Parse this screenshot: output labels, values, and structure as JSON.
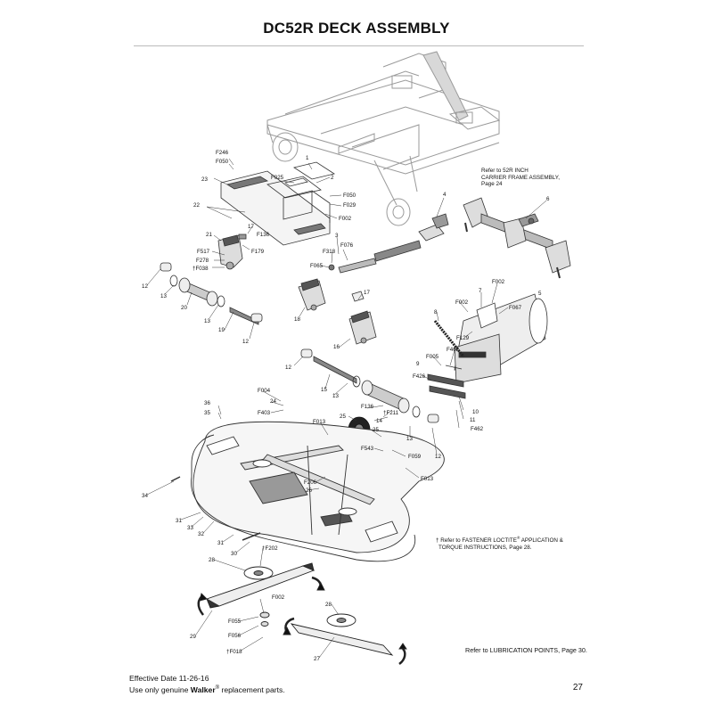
{
  "header": {
    "title": "DC52R DECK ASSEMBLY"
  },
  "notes": {
    "carrier_ref": [
      "Refer to 52R INCH",
      "CARRIER FRAME ASSEMBLY,",
      "Page 24"
    ],
    "loctite_line1": "† Refer to FASTENER LOCTITE",
    "loctite_reg": "®",
    "loctite_line1b": " APPLICATION &",
    "loctite_line2": "TORQUE INSTRUCTIONS, Page 28.",
    "lubrication_ref": "Refer to LUBRICATION POINTS, Page 30."
  },
  "footer": {
    "effective_date": "Effective Date 11-26-16",
    "genuine_prefix": "Use only genuine ",
    "brand": "Walker",
    "brand_reg": "®",
    "genuine_suffix": " replacement parts.",
    "page_number": "27"
  },
  "callouts": [
    {
      "id": "c-f246",
      "text": "F246"
    },
    {
      "id": "c-f050a",
      "text": "F050"
    },
    {
      "id": "c-1",
      "text": "1"
    },
    {
      "id": "c-23",
      "text": "23"
    },
    {
      "id": "c-f025",
      "text": "F025"
    },
    {
      "id": "c-2",
      "text": "2"
    },
    {
      "id": "c-f050b",
      "text": "F050"
    },
    {
      "id": "c-f029",
      "text": "F029"
    },
    {
      "id": "c-22",
      "text": "22"
    },
    {
      "id": "c-f002a",
      "text": "F002"
    },
    {
      "id": "c-4",
      "text": "4"
    },
    {
      "id": "c-6",
      "text": "6"
    },
    {
      "id": "c-17a",
      "text": "17"
    },
    {
      "id": "c-f136a",
      "text": "F136"
    },
    {
      "id": "c-21",
      "text": "21"
    },
    {
      "id": "c-f517",
      "text": "F517"
    },
    {
      "id": "c-f179",
      "text": "F179"
    },
    {
      "id": "c-f278",
      "text": "F278"
    },
    {
      "id": "c-f038",
      "text": "†F038"
    },
    {
      "id": "c-3",
      "text": "3"
    },
    {
      "id": "c-f318",
      "text": "F318"
    },
    {
      "id": "c-f076",
      "text": "F076"
    },
    {
      "id": "c-f065",
      "text": "F065"
    },
    {
      "id": "c-12a",
      "text": "12"
    },
    {
      "id": "c-13a",
      "text": "13"
    },
    {
      "id": "c-20",
      "text": "20"
    },
    {
      "id": "c-13b",
      "text": "13"
    },
    {
      "id": "c-19",
      "text": "19"
    },
    {
      "id": "c-12b",
      "text": "12"
    },
    {
      "id": "c-18",
      "text": "18"
    },
    {
      "id": "c-17b",
      "text": "17"
    },
    {
      "id": "c-f002b",
      "text": "F002"
    },
    {
      "id": "c-7",
      "text": "7"
    },
    {
      "id": "c-5",
      "text": "5"
    },
    {
      "id": "c-8",
      "text": "8"
    },
    {
      "id": "c-f002c",
      "text": "F002"
    },
    {
      "id": "c-f067",
      "text": "F067"
    },
    {
      "id": "c-16",
      "text": "16"
    },
    {
      "id": "c-f129",
      "text": "F129"
    },
    {
      "id": "c-f462a",
      "text": "F462"
    },
    {
      "id": "c-f005",
      "text": "F005"
    },
    {
      "id": "c-9",
      "text": "9"
    },
    {
      "id": "c-12c",
      "text": "12"
    },
    {
      "id": "c-f426",
      "text": "F426"
    },
    {
      "id": "c-15",
      "text": "15"
    },
    {
      "id": "c-13c",
      "text": "13"
    },
    {
      "id": "c-10",
      "text": "10"
    },
    {
      "id": "c-11",
      "text": "11"
    },
    {
      "id": "c-f462b",
      "text": "F462"
    },
    {
      "id": "c-f004",
      "text": "F004"
    },
    {
      "id": "c-24",
      "text": "24"
    },
    {
      "id": "c-f403",
      "text": "F403"
    },
    {
      "id": "c-36",
      "text": "36"
    },
    {
      "id": "c-35",
      "text": "35"
    },
    {
      "id": "c-f013a",
      "text": "F013"
    },
    {
      "id": "c-f136b",
      "text": "F136"
    },
    {
      "id": "c-f211",
      "text": "†F211"
    },
    {
      "id": "c-14",
      "text": "14"
    },
    {
      "id": "c-25a",
      "text": "25"
    },
    {
      "id": "c-25b",
      "text": "25"
    },
    {
      "id": "c-13d",
      "text": "13"
    },
    {
      "id": "c-f543",
      "text": "F543"
    },
    {
      "id": "c-f059",
      "text": "F059"
    },
    {
      "id": "c-12d",
      "text": "12"
    },
    {
      "id": "c-f013b",
      "text": "F013"
    },
    {
      "id": "c-34",
      "text": "34"
    },
    {
      "id": "c-f206",
      "text": "F206"
    },
    {
      "id": "c-26",
      "text": "26"
    },
    {
      "id": "c-31a",
      "text": "31"
    },
    {
      "id": "c-33",
      "text": "33"
    },
    {
      "id": "c-32",
      "text": "32"
    },
    {
      "id": "c-31b",
      "text": "31"
    },
    {
      "id": "c-30",
      "text": "30"
    },
    {
      "id": "c-f202",
      "text": "†F202"
    },
    {
      "id": "c-28a",
      "text": "28"
    },
    {
      "id": "c-f002d",
      "text": "F002"
    },
    {
      "id": "c-28b",
      "text": "28"
    },
    {
      "id": "c-f055",
      "text": "F055"
    },
    {
      "id": "c-f056",
      "text": "F056"
    },
    {
      "id": "c-29",
      "text": "29"
    },
    {
      "id": "c-f018",
      "text": "†F018"
    },
    {
      "id": "c-27",
      "text": "27"
    }
  ],
  "colors": {
    "ink": "#111111",
    "line": "#333333",
    "faint": "#9a9a9a",
    "fill": "#e8e8e8",
    "rule": "#bbbbbb"
  }
}
